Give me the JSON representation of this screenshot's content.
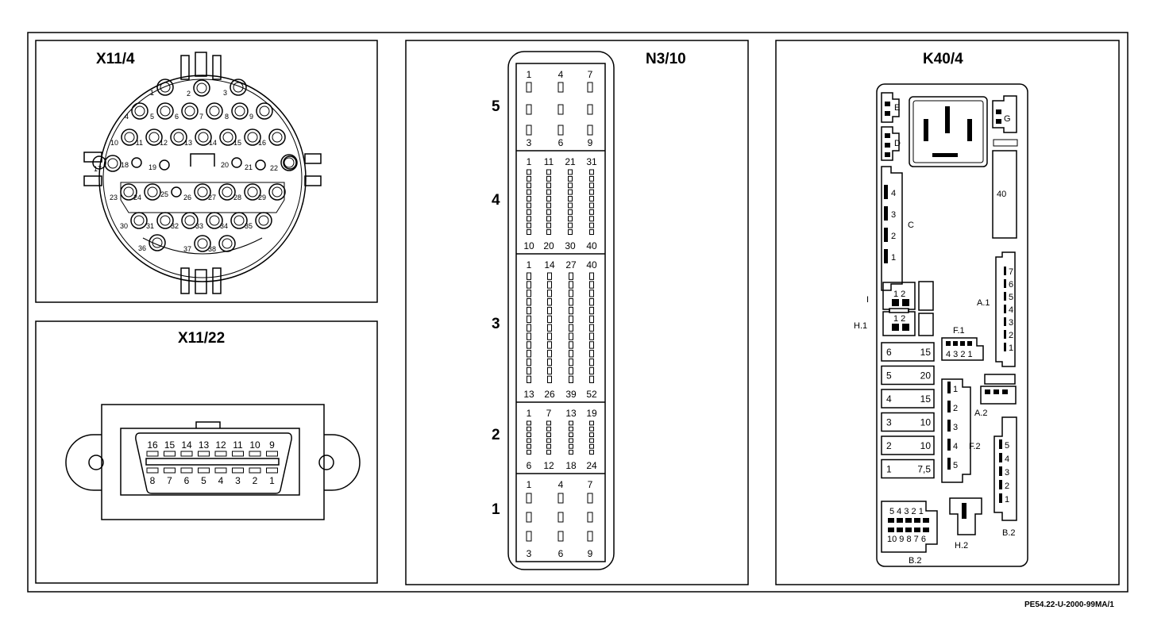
{
  "reference_code": "PE54.22-U-2000-99MA/1",
  "x11_4": {
    "title": "X11/4",
    "pin_labels": [
      "1",
      "2",
      "3",
      "4",
      "5",
      "6",
      "7",
      "8",
      "9",
      "10",
      "11",
      "12",
      "13",
      "14",
      "15",
      "16",
      "17",
      "18",
      "19",
      "20",
      "21",
      "22",
      "23",
      "24",
      "25",
      "26",
      "27",
      "28",
      "29",
      "30",
      "31",
      "32",
      "33",
      "34",
      "35",
      "36",
      "37",
      "38"
    ]
  },
  "x11_22": {
    "title": "X11/22",
    "top_row": [
      "16",
      "15",
      "14",
      "13",
      "12",
      "11",
      "10",
      "9"
    ],
    "bottom_row": [
      "8",
      "7",
      "6",
      "5",
      "4",
      "3",
      "2",
      "1"
    ]
  },
  "n3_10": {
    "title": "N3/10",
    "sections": [
      {
        "label": "5",
        "top": [
          "1",
          "4",
          "7"
        ],
        "bottom": [
          "3",
          "6",
          "9"
        ]
      },
      {
        "label": "4",
        "top": [
          "1",
          "11",
          "21",
          "31"
        ],
        "bottom": [
          "10",
          "20",
          "30",
          "40"
        ]
      },
      {
        "label": "3",
        "top": [
          "1",
          "14",
          "27",
          "40"
        ],
        "bottom": [
          "13",
          "26",
          "39",
          "52"
        ]
      },
      {
        "label": "2",
        "top": [
          "1",
          "7",
          "13",
          "19"
        ],
        "bottom": [
          "6",
          "12",
          "18",
          "24"
        ]
      },
      {
        "label": "1",
        "top": [
          "1",
          "4",
          "7"
        ],
        "bottom": [
          "3",
          "6",
          "9"
        ]
      }
    ]
  },
  "k40_4": {
    "title": "K40/4",
    "relay_40": "40",
    "blocks": {
      "E": "E",
      "D": "D",
      "G": "G",
      "C": "C",
      "c_pins": [
        "4",
        "3",
        "2",
        "1"
      ],
      "I": "I",
      "i_pins": "1 2",
      "H1": "H.1",
      "h1_pins": "1 2",
      "F1": "F.1",
      "f1_pins": "4 3 2 1",
      "A1": "A.1",
      "a1_pins": [
        "7",
        "6",
        "5",
        "4",
        "3",
        "2",
        "1"
      ],
      "F2": "F.2",
      "f2_pins": [
        "1",
        "2",
        "3",
        "4",
        "5"
      ],
      "A2": "A.2",
      "B2": "B.2",
      "b2_pins": [
        "5",
        "4",
        "3",
        "2",
        "1"
      ],
      "B2b": "B.2",
      "b2b_top": "5 4 3 2 1",
      "b2b_bottom": "10 9 8 7 6",
      "H2": "H.2"
    },
    "fuses": [
      {
        "n": "6",
        "a": "15"
      },
      {
        "n": "5",
        "a": "20"
      },
      {
        "n": "4",
        "a": "15"
      },
      {
        "n": "3",
        "a": "10"
      },
      {
        "n": "2",
        "a": "10"
      },
      {
        "n": "1",
        "a": "7,5"
      }
    ]
  }
}
